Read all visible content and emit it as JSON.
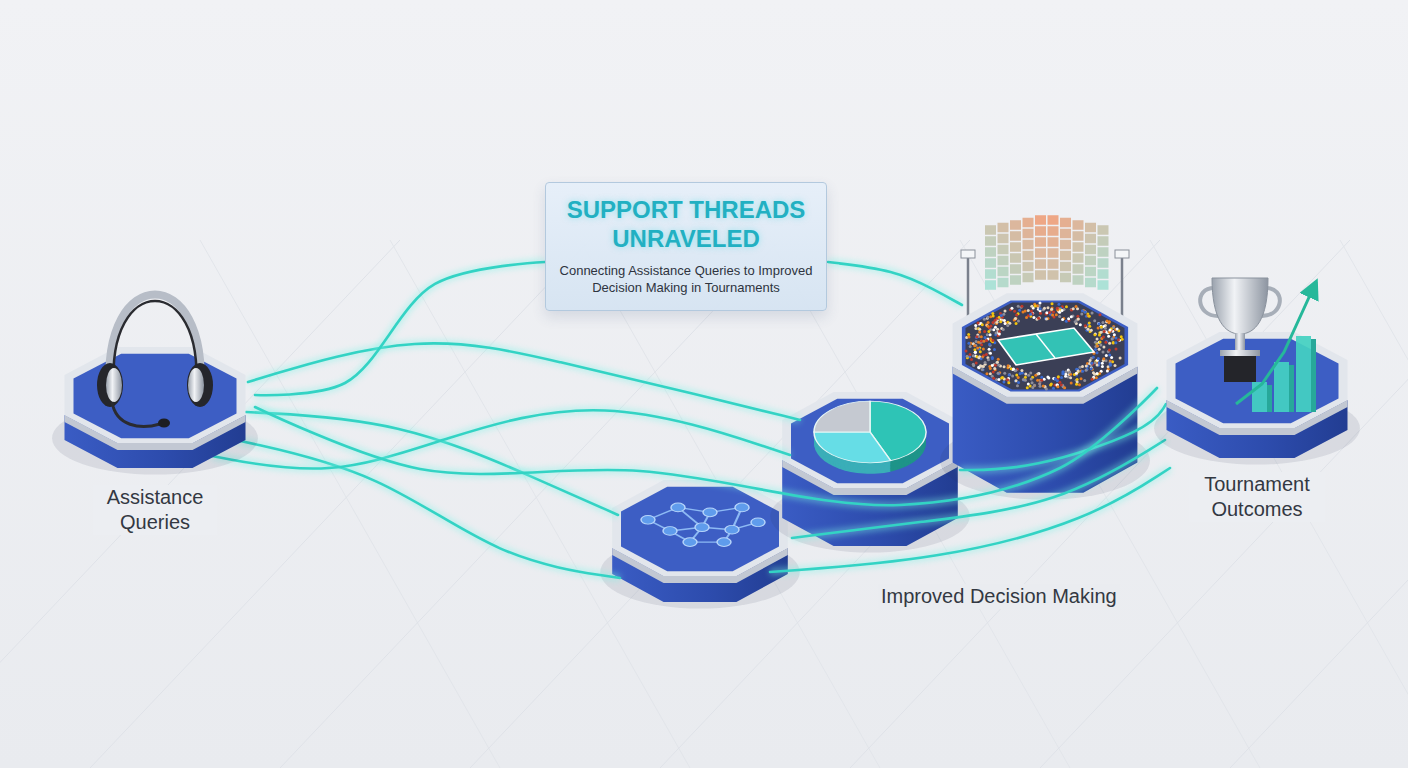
{
  "diagram": {
    "nodes": [
      {
        "text": [
          "SUPPORT THREADS UNRAVELED",
          "Connecting Assistance Queries to Improved Decision Making in Tournaments"
        ]
      },
      {
        "text": [
          "Assistance Queries"
        ]
      },
      {
        "text": [
          "Tournament Outcomes"
        ]
      }
    ],
    "edges": [
      {
        "from": 1,
        "to": 0,
        "arrow": "none"
      },
      {
        "from": 1,
        "to": 2,
        "arrow": "none"
      }
    ],
    "labels": [
      "Improved Decision Making"
    ]
  }
}
